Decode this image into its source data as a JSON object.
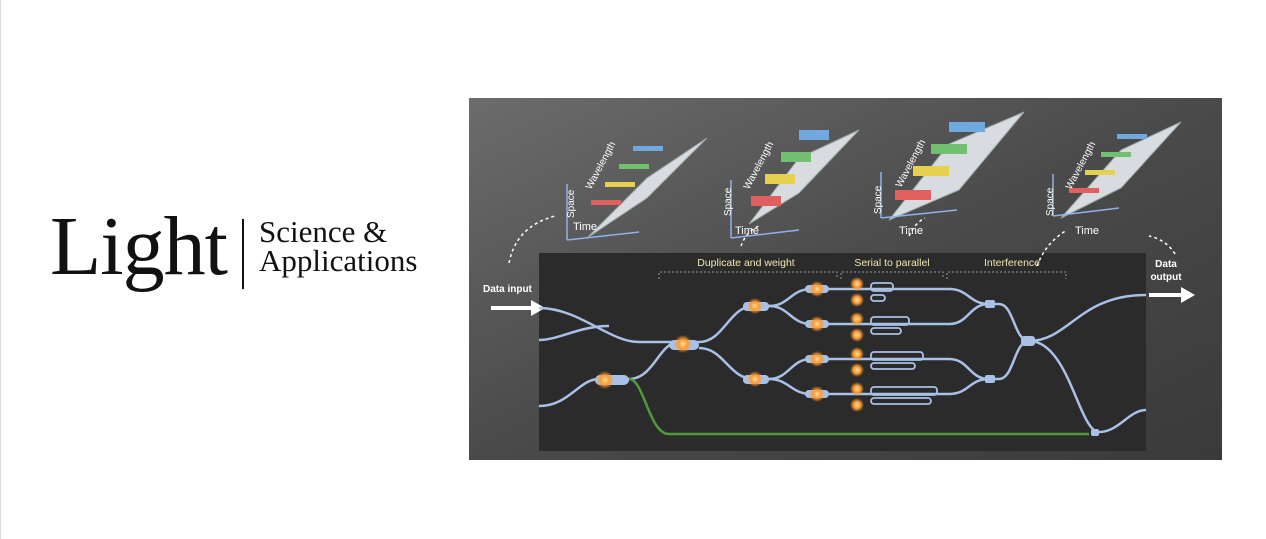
{
  "logo": {
    "main": "Light",
    "sub_line1": "Science &",
    "sub_line2": "Applications"
  },
  "diagram": {
    "stages": [
      "Duplicate and weight",
      "Serial to parallel",
      "Interference"
    ],
    "input_label": "Data input",
    "output_label_line1": "Data",
    "output_label_line2": "output",
    "axis_labels": {
      "space": "Space",
      "wavelength": "Wavelength",
      "time": "Time"
    },
    "colors": {
      "panel_bg": "#4a4a4a",
      "chip_bg": "#2a2a2a",
      "waveguide": "#a9c1e6",
      "delay_line": "#4f9a3a",
      "modulator": "#ffb347",
      "stage_text": "#f0e6b0"
    }
  }
}
